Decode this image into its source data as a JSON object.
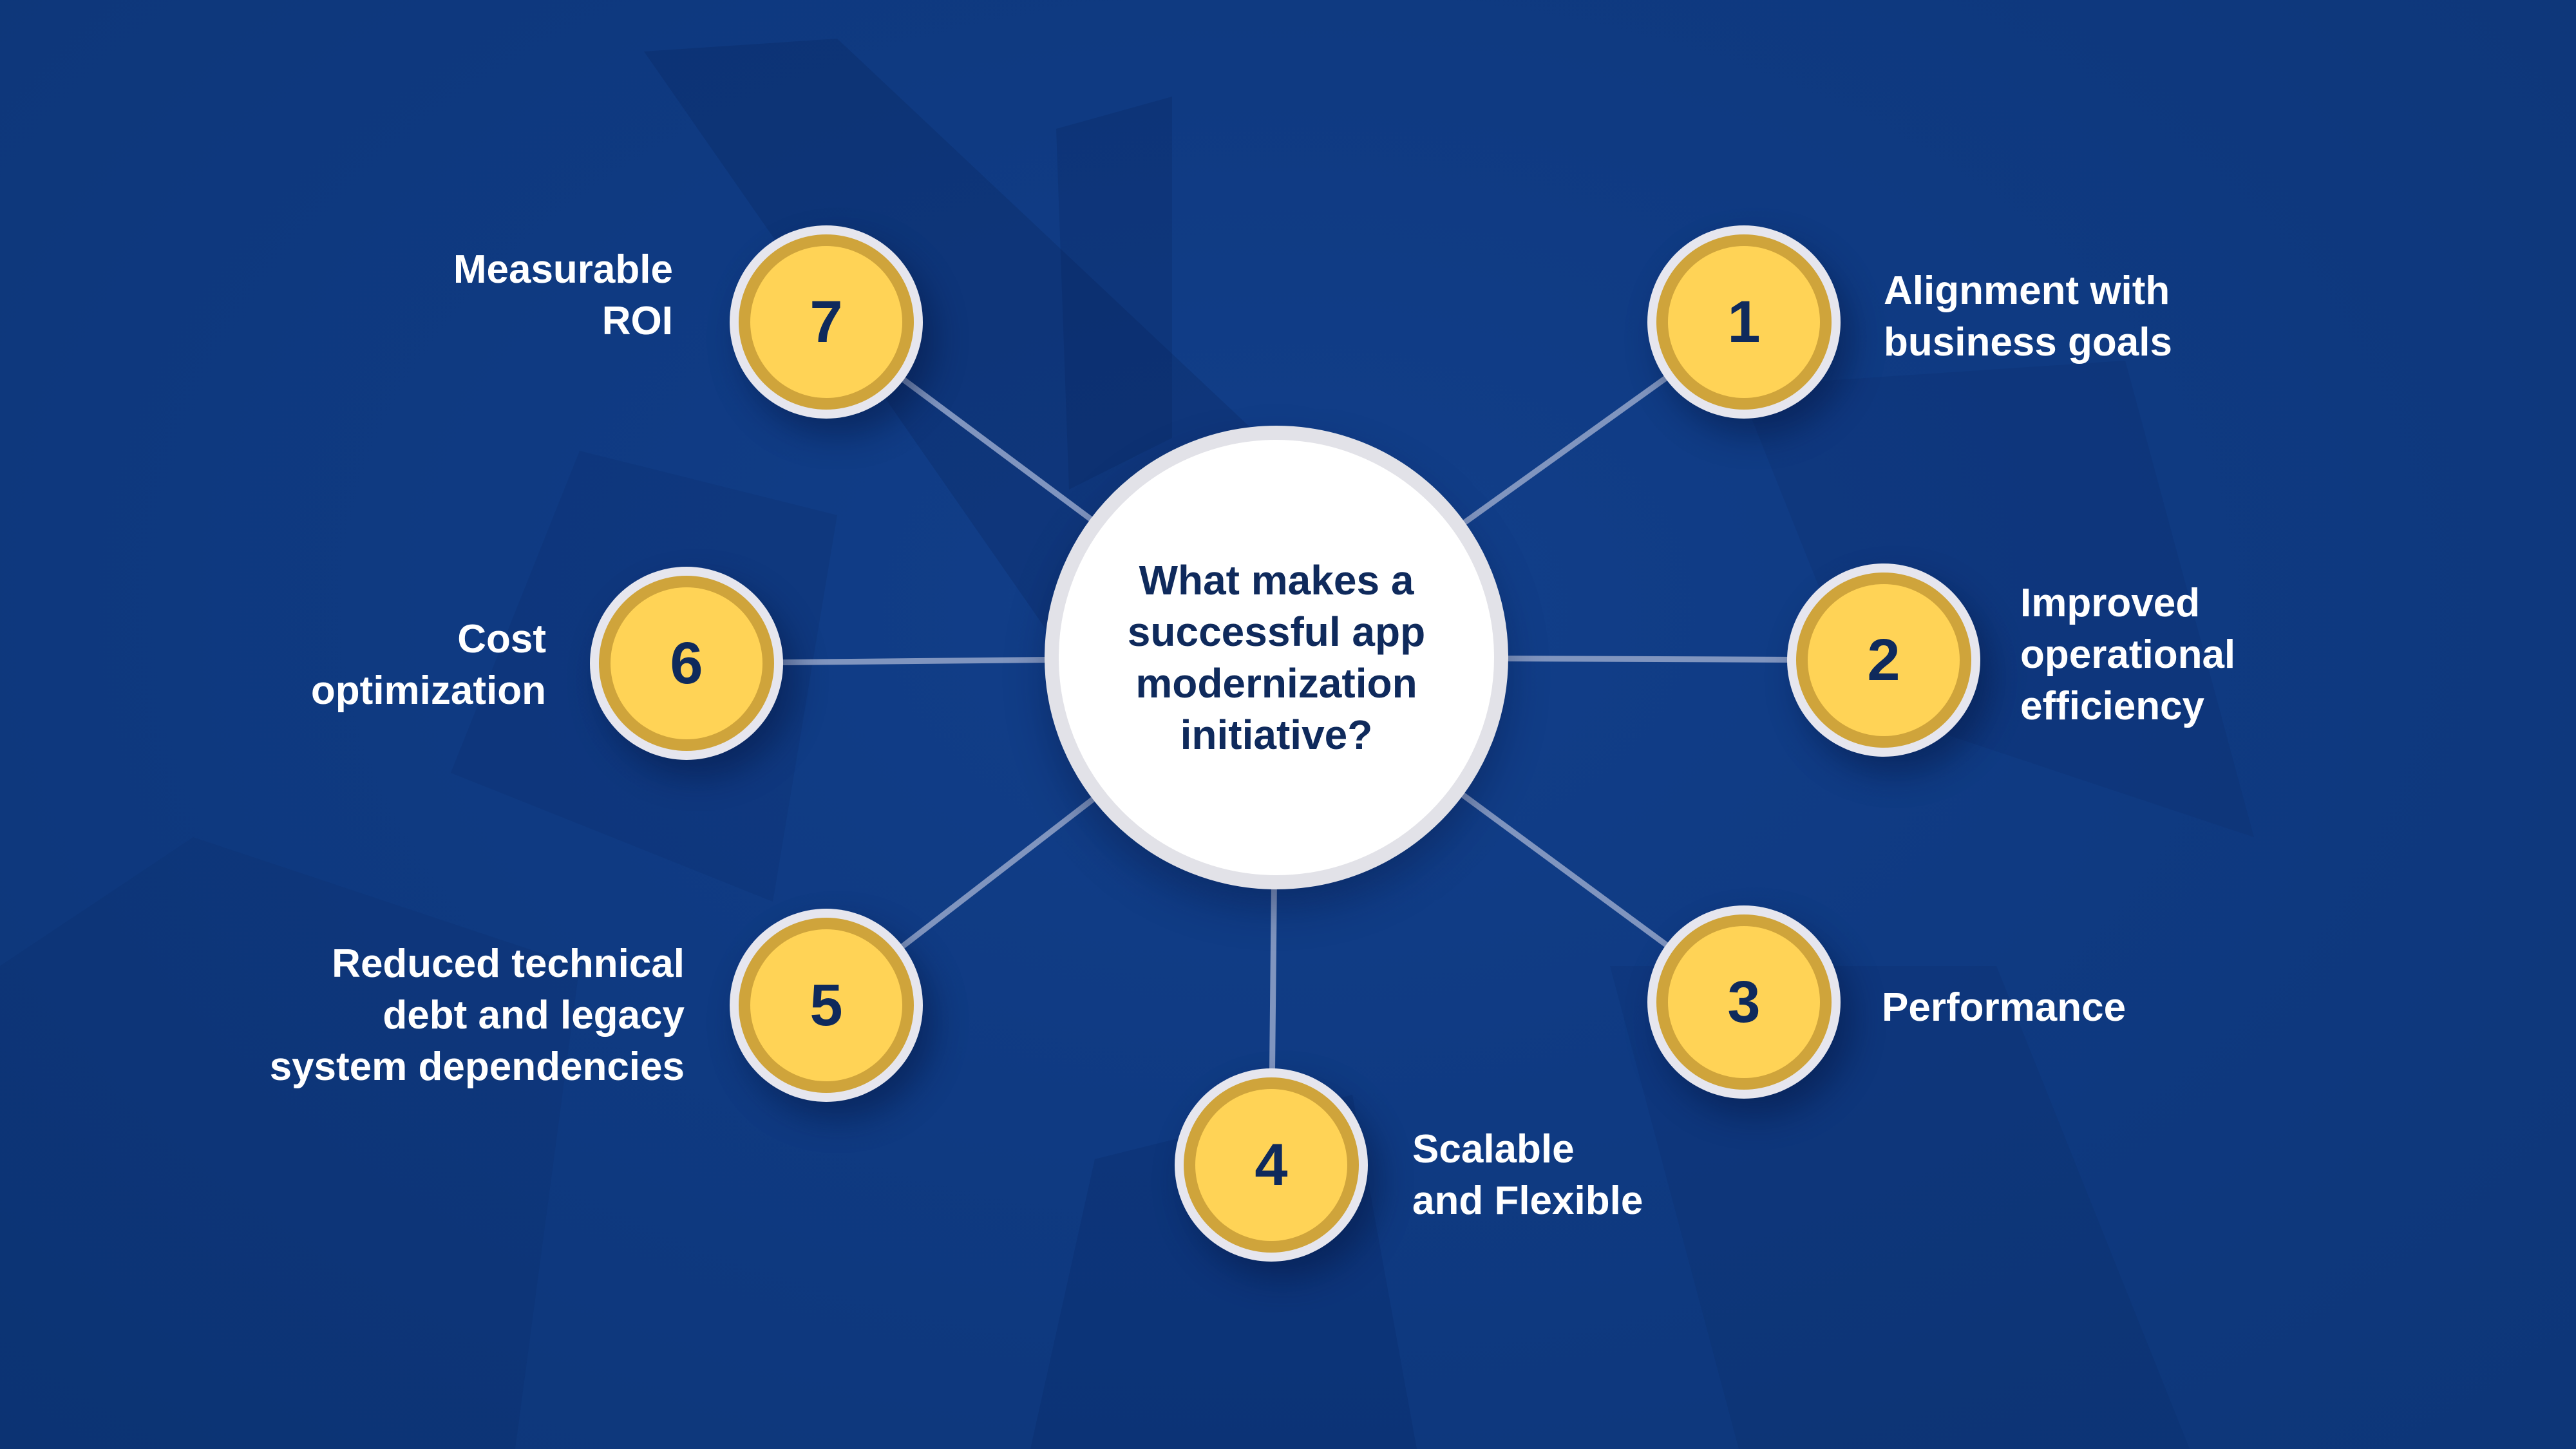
{
  "center": {
    "lines": [
      "What makes a",
      "successful app",
      "modernization",
      "initiative?"
    ]
  },
  "items": [
    {
      "number": "1",
      "lines": [
        "Alignment with",
        "business goals"
      ]
    },
    {
      "number": "2",
      "lines": [
        "Improved",
        "operational",
        "efficiency"
      ]
    },
    {
      "number": "3",
      "lines": [
        "Performance"
      ]
    },
    {
      "number": "4",
      "lines": [
        "Scalable",
        "and Flexible"
      ]
    },
    {
      "number": "5",
      "lines": [
        "Reduced technical",
        "debt and legacy",
        "system dependencies"
      ]
    },
    {
      "number": "6",
      "lines": [
        "Cost",
        "optimization"
      ]
    },
    {
      "number": "7",
      "lines": [
        "Measurable",
        "ROI"
      ]
    }
  ],
  "colors": {
    "background": "#0f3a82",
    "node_fill": "#ffd356",
    "node_ring": "#cfa43b",
    "text_dark": "#0f2a5c",
    "text_light": "#ffffff",
    "connector": "#8095bf"
  }
}
